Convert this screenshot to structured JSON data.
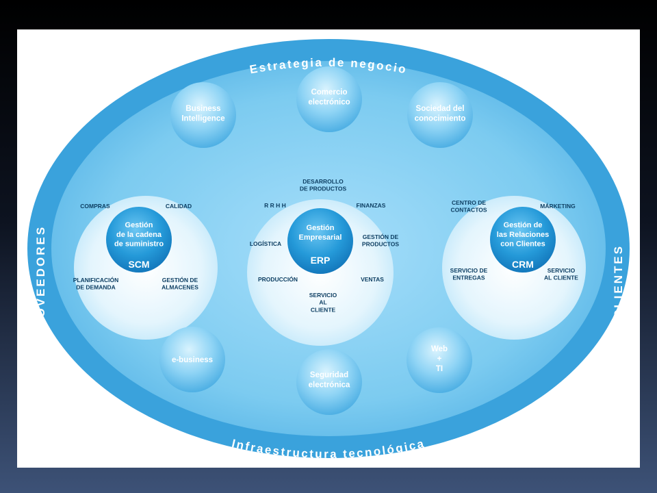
{
  "ring": {
    "top": "Estrategia de negocio",
    "bottom": "Infraestructura tecnológica",
    "left": "PROVEEDORES",
    "right": "CLIENTES"
  },
  "bubbles": {
    "business_intelligence": [
      "Business",
      "Intelligence"
    ],
    "comercio_electronico": [
      "Comercio",
      "electrónico"
    ],
    "sociedad_conocimiento": [
      "Sociedad del",
      "conocimiento"
    ],
    "e_business": [
      "e-business"
    ],
    "seguridad_electronica": [
      "Seguridad",
      "electrónica"
    ],
    "web_ti": [
      "Web",
      "+",
      "TI"
    ]
  },
  "scm": {
    "center": [
      "Gestión",
      "de la cadena",
      "de suministro"
    ],
    "acronym": "SCM",
    "items": {
      "compras": [
        "COMPRAS"
      ],
      "calidad": [
        "CALIDAD"
      ],
      "planificacion": [
        "PLANIFICACIÓN",
        "DE DEMANDA"
      ],
      "almacenes": [
        "GESTIÓN DE",
        "ALMACENES"
      ]
    }
  },
  "erp": {
    "center": [
      "Gestión",
      "Empresarial"
    ],
    "acronym": "ERP",
    "items": {
      "desarrollo": [
        "DESARROLLO",
        "DE PRODUCTOS"
      ],
      "rrhh": [
        "R R H H"
      ],
      "finanzas": [
        "FINANZAS"
      ],
      "logistica": [
        "LOGÍSTICA"
      ],
      "gestion_productos": [
        "GESTIÓN DE",
        "PRODUCTOS"
      ],
      "produccion": [
        "PRODUCCIÓN"
      ],
      "ventas": [
        "VENTAS"
      ],
      "servicio": [
        "SERVICIO",
        "AL",
        "CLIENTE"
      ]
    }
  },
  "crm": {
    "center": [
      "Gestión de",
      "las Relaciones",
      "con Clientes"
    ],
    "acronym": "CRM",
    "items": {
      "centro_contactos": [
        "CENTRO DE",
        "CONTACTOS"
      ],
      "marketing": [
        "MÁRKETING"
      ],
      "servicio_entregas": [
        "SERVICIO DE",
        "ENTREGAS"
      ],
      "servicio_cliente": [
        "SERVICIO",
        "AL CLIENTE"
      ]
    }
  },
  "colors": {
    "outer_ring": "#3aa2dc",
    "inner_field": "#7ccbf0",
    "bubble": "#8fd4f5",
    "core": "#1d8fd2",
    "hub": "#e4f5fd",
    "small_text": "#0e3f63"
  }
}
